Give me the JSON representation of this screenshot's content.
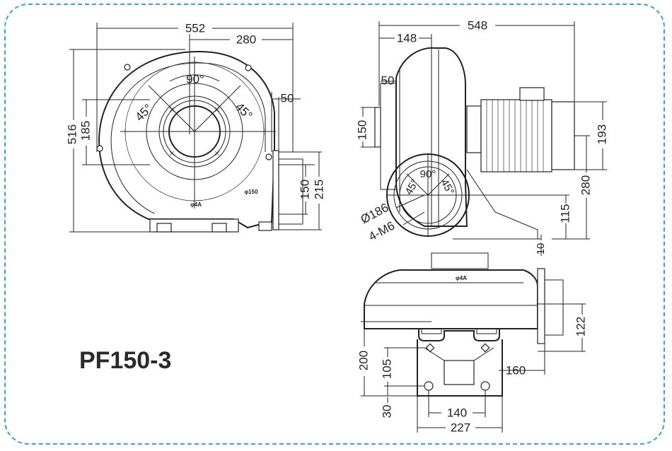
{
  "colors": {
    "frame_border": "#3aa0d8",
    "line": "#222222",
    "text": "#222222"
  },
  "model_name": "PF150-3",
  "front_view": {
    "dims": {
      "overall_width": "552",
      "half_width": "280",
      "flange_offset": "50",
      "height": "516",
      "inlet_span": "185",
      "outlet_inner": "150",
      "outlet_outer": "215",
      "angle_top": "90°",
      "angle_left": "45°",
      "angle_right": "45°"
    },
    "marks": {
      "outlet_label": "φ150",
      "bottom_label": "φ4A"
    }
  },
  "side_view": {
    "dims": {
      "overall_length": "548",
      "inlet_length": "148",
      "flange": "50",
      "inlet_dia": "150",
      "motor_height": "193",
      "center_height": "280",
      "base_height": "115",
      "base_thickness": "10",
      "bolt_circle": "Ø186",
      "bolts": "4-M6",
      "angle_top": "90°",
      "angle_left": "45°",
      "angle_right": "45°"
    }
  },
  "top_view": {
    "dims": {
      "outlet_depth": "122",
      "foot_offset": "160",
      "height_total": "200",
      "height_mid": "105",
      "base": "30",
      "foot_spacing": "140",
      "base_width": "227"
    },
    "marks": {
      "top_label": "φ4A"
    }
  }
}
